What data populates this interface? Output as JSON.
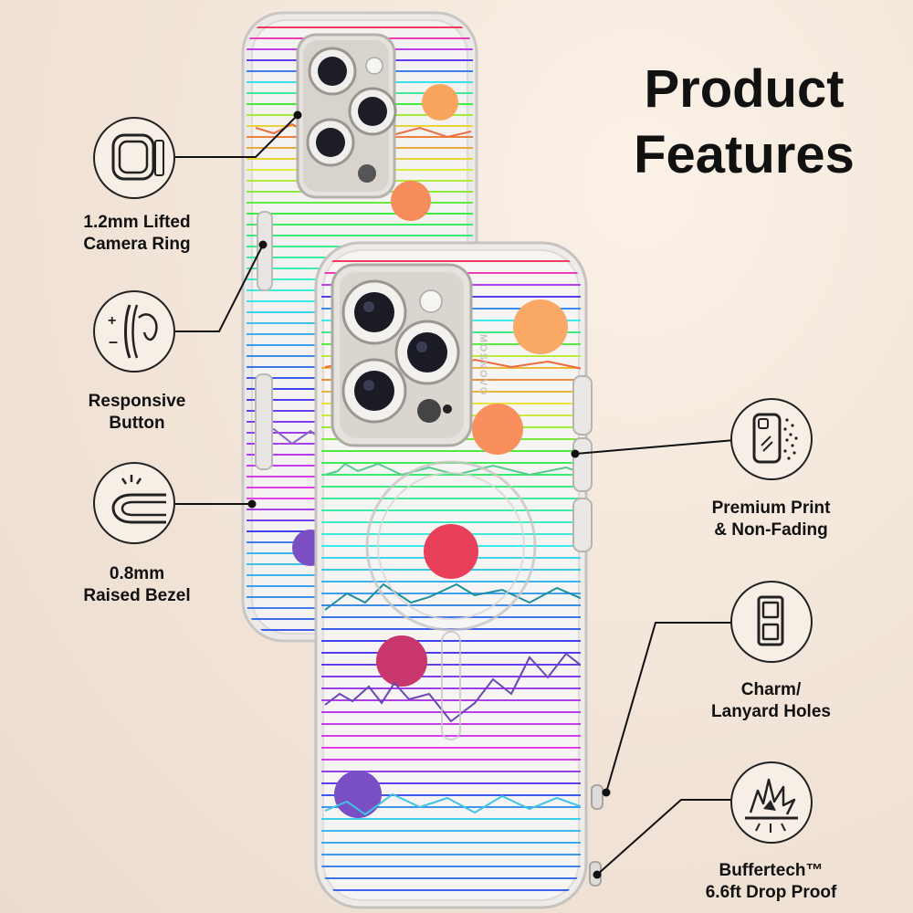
{
  "title": {
    "line1": "Product",
    "line2": "Features"
  },
  "features": [
    {
      "line1": "1.2mm Lifted",
      "line2": "Camera Ring",
      "icon": "camera-ring-icon"
    },
    {
      "line1": "Responsive",
      "line2": "Button",
      "icon": "button-icon"
    },
    {
      "line1": "0.8mm",
      "line2": "Raised Bezel",
      "icon": "bezel-icon"
    },
    {
      "line1": "Premium Print",
      "line2": "& Non-Fading",
      "icon": "print-icon"
    },
    {
      "line1": "Charm/",
      "line2": "Lanyard Holes",
      "icon": "lanyard-icon"
    },
    {
      "line1": "Buffertech™",
      "line2": "6.6ft Drop Proof",
      "icon": "impact-icon"
    }
  ],
  "brand": "MOSNOVO"
}
